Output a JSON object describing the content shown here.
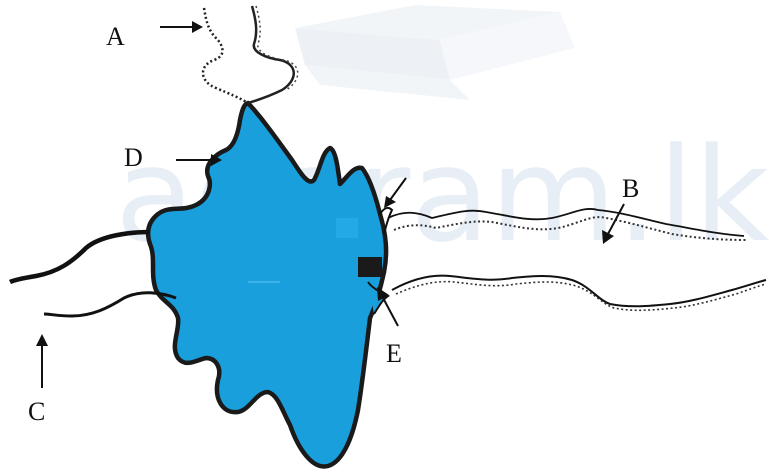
{
  "watermark": {
    "text": "agaram.lk"
  },
  "labels": {
    "a": "A",
    "b": "B",
    "c": "C",
    "d": "D",
    "e": "E"
  },
  "colors": {
    "cell_body": "#1a9fdd",
    "outline": "#1a1a1a",
    "watermark": "#e7eef5",
    "block": "#1a1a1a"
  },
  "icons": {
    "watermark_graphic": "laptop-icon"
  }
}
